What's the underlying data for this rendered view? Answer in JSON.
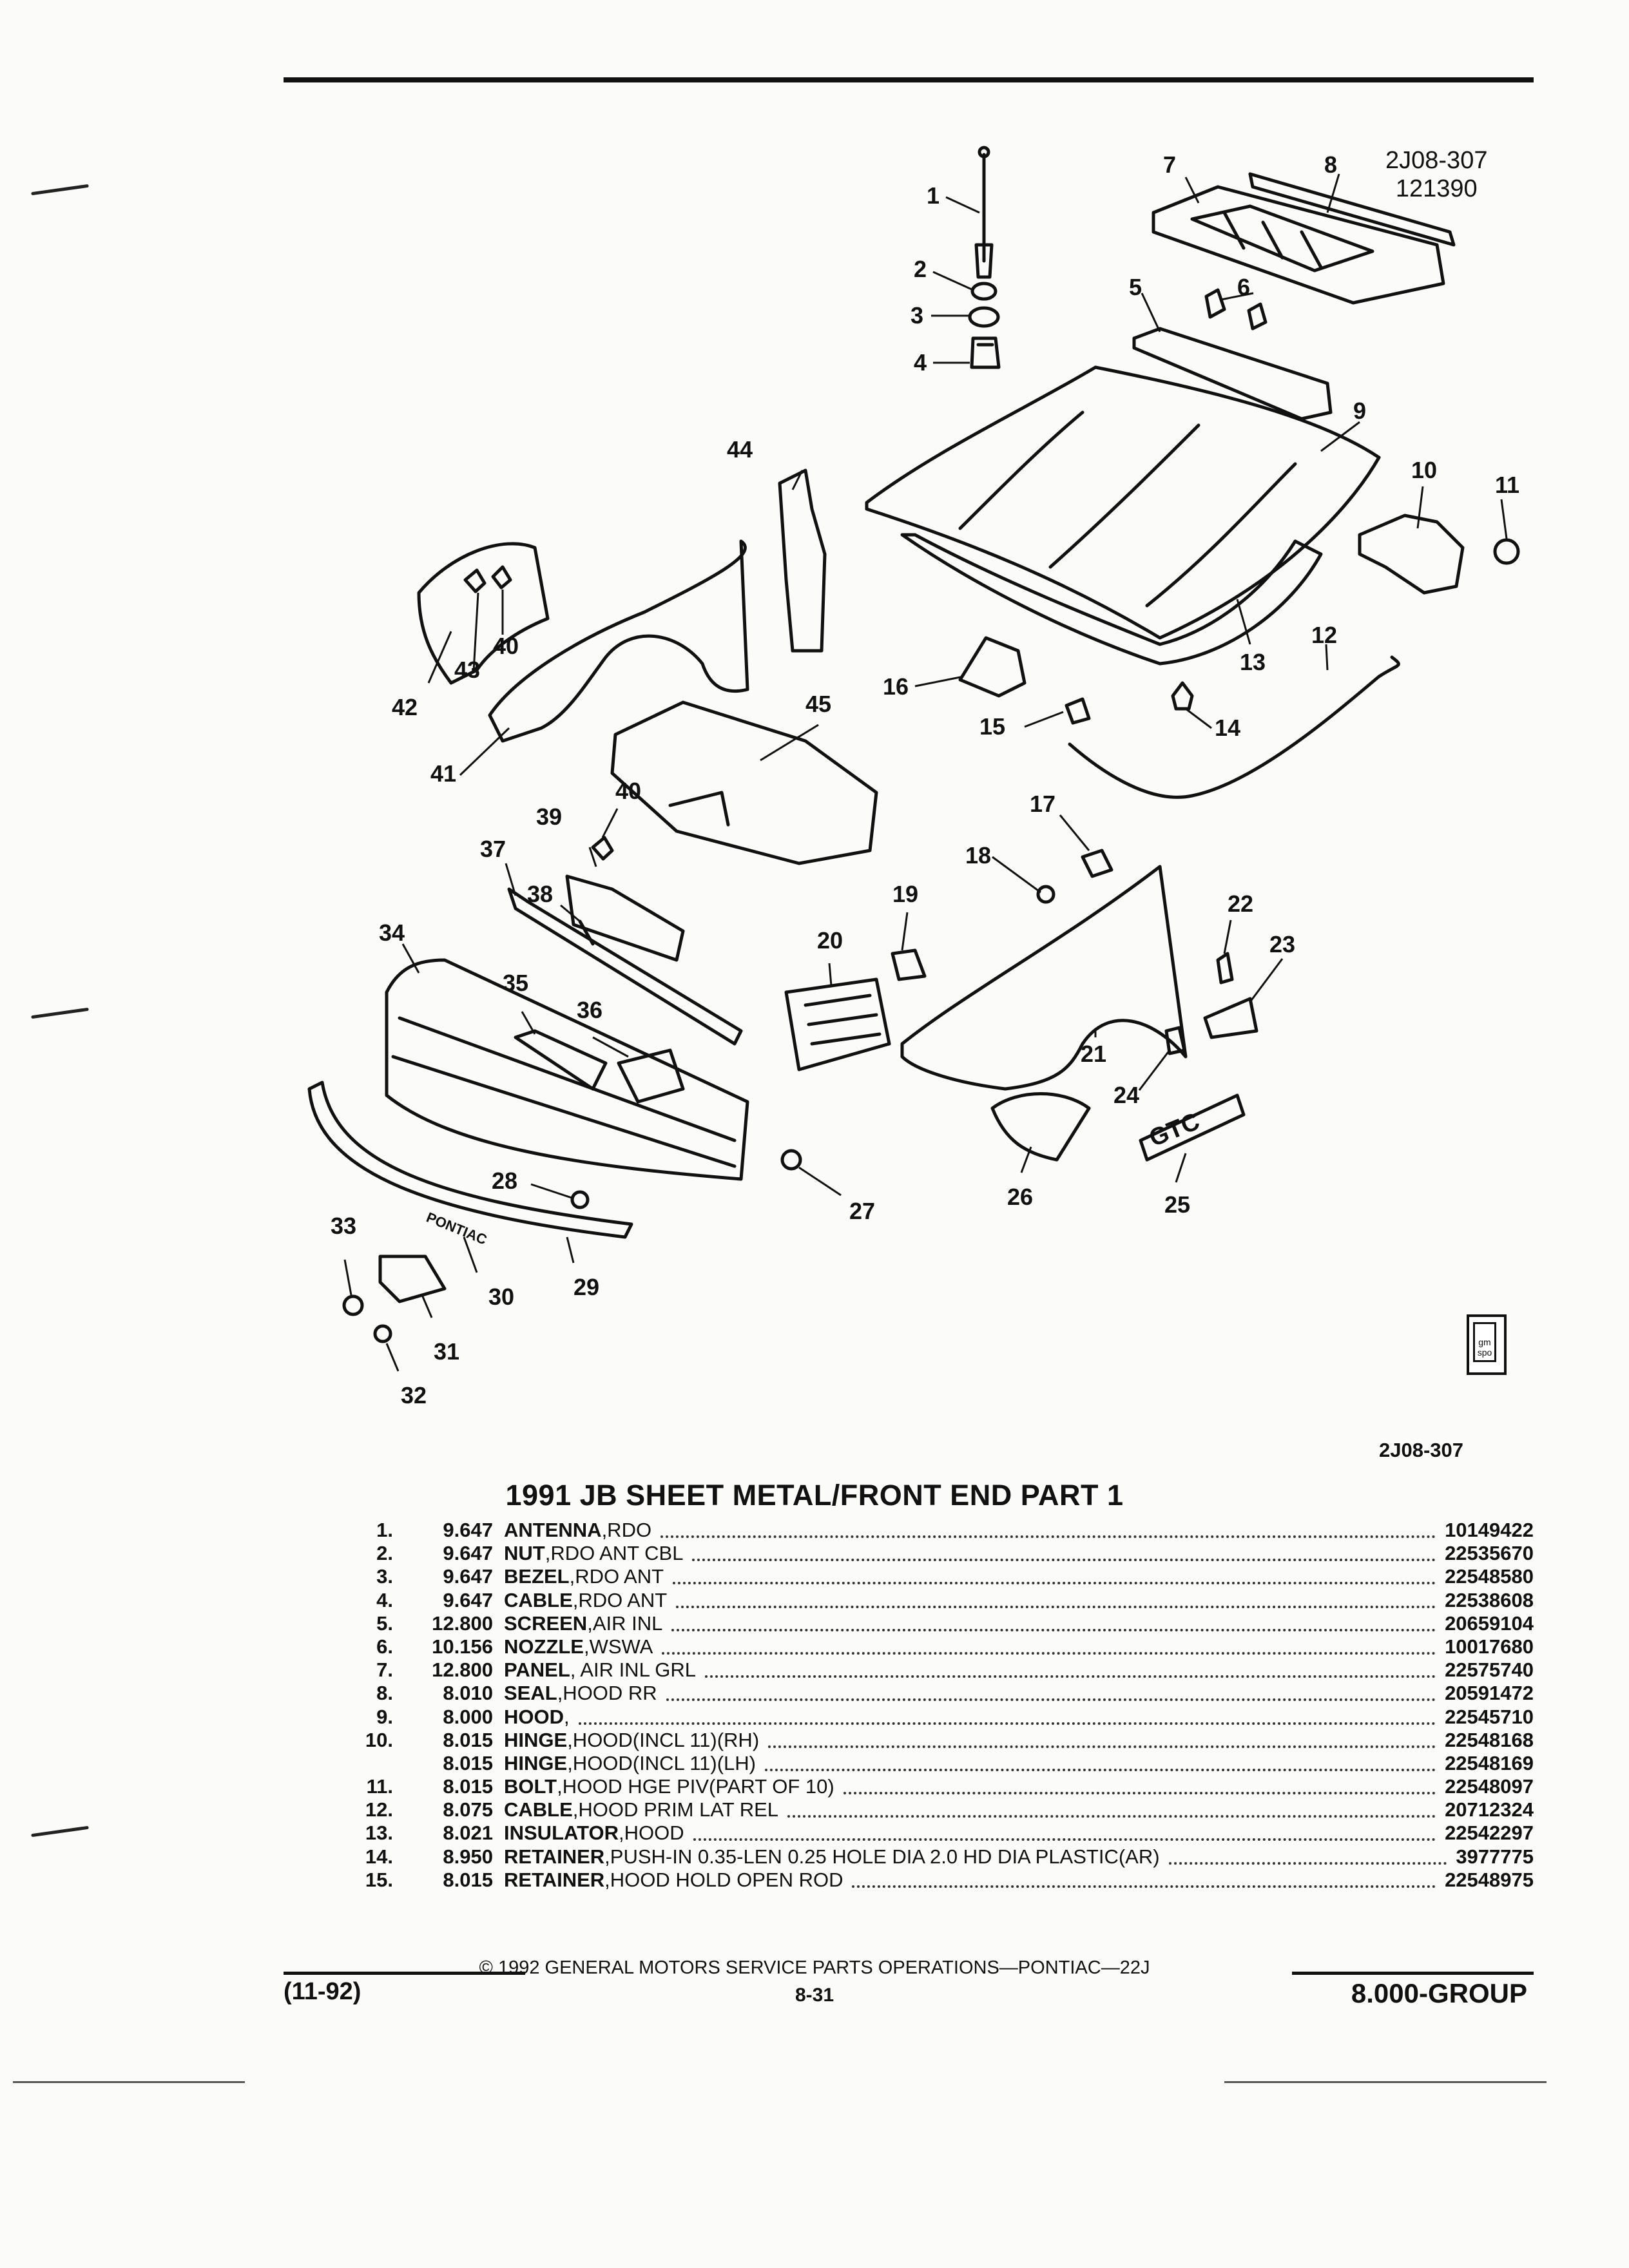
{
  "diagram": {
    "code_line1": "2J08-307",
    "code_line2": "121390",
    "figure_id": "2J08-307",
    "logo_text": "gm spo",
    "bumper_lettering": "PONTIAC",
    "badge_lettering": "GTC",
    "callouts": [
      "1",
      "2",
      "3",
      "4",
      "5",
      "6",
      "7",
      "8",
      "9",
      "10",
      "11",
      "12",
      "13",
      "14",
      "15",
      "16",
      "17",
      "18",
      "19",
      "20",
      "21",
      "22",
      "23",
      "24",
      "25",
      "26",
      "27",
      "28",
      "29",
      "30",
      "31",
      "32",
      "33",
      "34",
      "35",
      "36",
      "37",
      "38",
      "39",
      "40",
      "40",
      "41",
      "42",
      "43",
      "44",
      "45"
    ]
  },
  "title": "1991 JB SHEET METAL/FRONT END PART 1",
  "parts": [
    {
      "num": "1.",
      "group": "9.647",
      "name": "ANTENNA",
      "desc": ",RDO",
      "pn": "10149422"
    },
    {
      "num": "2.",
      "group": "9.647",
      "name": "NUT",
      "desc": ",RDO ANT CBL",
      "pn": "22535670"
    },
    {
      "num": "3.",
      "group": "9.647",
      "name": "BEZEL",
      "desc": ",RDO ANT",
      "pn": "22548580"
    },
    {
      "num": "4.",
      "group": "9.647",
      "name": "CABLE",
      "desc": ",RDO ANT",
      "pn": "22538608"
    },
    {
      "num": "5.",
      "group": "12.800",
      "name": "SCREEN",
      "desc": ",AIR INL",
      "pn": "20659104"
    },
    {
      "num": "6.",
      "group": "10.156",
      "name": "NOZZLE",
      "desc": ",WSWA",
      "pn": "10017680"
    },
    {
      "num": "7.",
      "group": "12.800",
      "name": "PANEL",
      "desc": ", AIR INL GRL",
      "pn": "22575740"
    },
    {
      "num": "8.",
      "group": "8.010",
      "name": "SEAL",
      "desc": ",HOOD RR",
      "pn": "20591472"
    },
    {
      "num": "9.",
      "group": "8.000",
      "name": "HOOD",
      "desc": ",",
      "pn": "22545710"
    },
    {
      "num": "10.",
      "group": "8.015",
      "name": "HINGE",
      "desc": ",HOOD(INCL 11)(RH)",
      "pn": "22548168"
    },
    {
      "num": "",
      "group": "8.015",
      "name": "HINGE",
      "desc": ",HOOD(INCL 11)(LH)",
      "pn": "22548169"
    },
    {
      "num": "11.",
      "group": "8.015",
      "name": "BOLT",
      "desc": ",HOOD HGE PIV(PART OF 10)",
      "pn": "22548097"
    },
    {
      "num": "12.",
      "group": "8.075",
      "name": "CABLE",
      "desc": ",HOOD PRIM LAT REL",
      "pn": "20712324"
    },
    {
      "num": "13.",
      "group": "8.021",
      "name": "INSULATOR",
      "desc": ",HOOD",
      "pn": "22542297"
    },
    {
      "num": "14.",
      "group": "8.950",
      "name": "RETAINER",
      "desc": ",PUSH-IN 0.35-LEN 0.25 HOLE DIA 2.0 HD DIA PLASTIC(AR)",
      "pn": "3977775"
    },
    {
      "num": "15.",
      "group": "8.015",
      "name": "RETAINER",
      "desc": ",HOOD HOLD OPEN ROD",
      "pn": "22548975"
    }
  ],
  "footer": {
    "copyright": "© 1992 GENERAL MOTORS SERVICE PARTS OPERATIONS—PONTIAC—22J",
    "date": "(11-92)",
    "page": "8-31",
    "group": "8.000-GROUP"
  }
}
